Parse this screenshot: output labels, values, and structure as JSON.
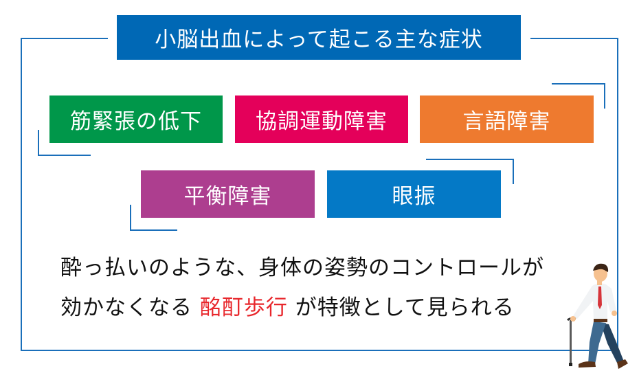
{
  "title": "小脳出血によって起こる主な症状",
  "colors": {
    "frame": "#1a6fba",
    "title_bg": "#0068b5",
    "highlight": "#e8272c"
  },
  "symptoms": [
    {
      "label": "筋緊張の低下",
      "color": "#00974a"
    },
    {
      "label": "協調運動障害",
      "color": "#e4005a"
    },
    {
      "label": "言語障害",
      "color": "#ee7a2f"
    },
    {
      "label": "平衡障害",
      "color": "#ad3e8f"
    },
    {
      "label": "眼振",
      "color": "#0479c6"
    }
  ],
  "description": {
    "line1": "酔っ払いのような、身体の姿勢のコントロールが",
    "line2_before": "効かなくなる ",
    "line2_highlight": "酩酊歩行",
    "line2_after": " が特徴として見られる"
  },
  "illustration": {
    "icon": "walking-man-with-cane-icon"
  }
}
